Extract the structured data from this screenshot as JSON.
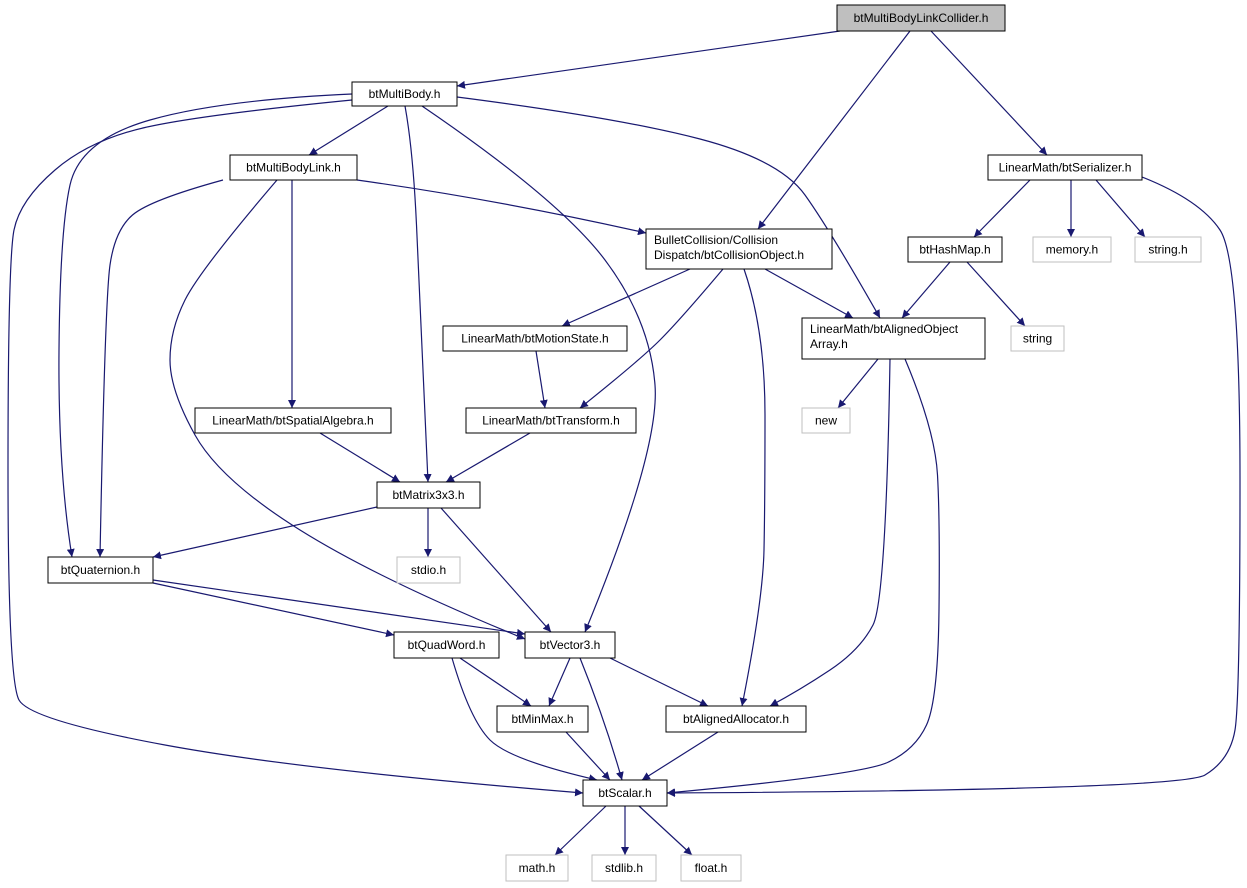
{
  "colors": {
    "edge": "#191970",
    "node_border": "#000000",
    "root_fill": "#bfbfbf",
    "external_border": "#bfbfbf",
    "external_text": "#404040"
  },
  "nodes": {
    "root": {
      "lines": [
        "btMultiBodyLinkCollider.h"
      ],
      "kind": "root"
    },
    "multibody": {
      "lines": [
        "btMultiBody.h"
      ],
      "kind": "normal"
    },
    "link": {
      "lines": [
        "btMultiBodyLink.h"
      ],
      "kind": "normal"
    },
    "serializer": {
      "lines": [
        "LinearMath/btSerializer.h"
      ],
      "kind": "normal"
    },
    "collobj": {
      "lines": [
        "BulletCollision/Collision",
        "Dispatch/btCollisionObject.h"
      ],
      "kind": "normal"
    },
    "hashmap": {
      "lines": [
        "btHashMap.h"
      ],
      "kind": "normal"
    },
    "memory": {
      "lines": [
        "memory.h"
      ],
      "kind": "external"
    },
    "stringh": {
      "lines": [
        "string.h"
      ],
      "kind": "external"
    },
    "motionstate": {
      "lines": [
        "LinearMath/btMotionState.h"
      ],
      "kind": "normal"
    },
    "alignedarray": {
      "lines": [
        "LinearMath/btAlignedObject",
        "Array.h"
      ],
      "kind": "normal"
    },
    "string": {
      "lines": [
        "string"
      ],
      "kind": "external"
    },
    "spatial": {
      "lines": [
        "LinearMath/btSpatialAlgebra.h"
      ],
      "kind": "normal"
    },
    "transform": {
      "lines": [
        "LinearMath/btTransform.h"
      ],
      "kind": "normal"
    },
    "new": {
      "lines": [
        "new"
      ],
      "kind": "external"
    },
    "matrix": {
      "lines": [
        "btMatrix3x3.h"
      ],
      "kind": "normal"
    },
    "quaternion": {
      "lines": [
        "btQuaternion.h"
      ],
      "kind": "normal"
    },
    "stdio": {
      "lines": [
        "stdio.h"
      ],
      "kind": "external"
    },
    "quadword": {
      "lines": [
        "btQuadWord.h"
      ],
      "kind": "normal"
    },
    "vector3": {
      "lines": [
        "btVector3.h"
      ],
      "kind": "normal"
    },
    "minmax": {
      "lines": [
        "btMinMax.h"
      ],
      "kind": "normal"
    },
    "allocator": {
      "lines": [
        "btAlignedAllocator.h"
      ],
      "kind": "normal"
    },
    "scalar": {
      "lines": [
        "btScalar.h"
      ],
      "kind": "normal"
    },
    "math": {
      "lines": [
        "math.h"
      ],
      "kind": "external"
    },
    "stdlib": {
      "lines": [
        "stdlib.h"
      ],
      "kind": "external"
    },
    "float": {
      "lines": [
        "float.h"
      ],
      "kind": "external"
    }
  },
  "edges": [
    [
      "root",
      "multibody"
    ],
    [
      "root",
      "collobj"
    ],
    [
      "root",
      "serializer"
    ],
    [
      "multibody",
      "link"
    ],
    [
      "multibody",
      "matrix"
    ],
    [
      "multibody",
      "vector3"
    ],
    [
      "multibody",
      "alignedarray"
    ],
    [
      "multibody",
      "quaternion"
    ],
    [
      "multibody",
      "scalar"
    ],
    [
      "link",
      "collobj"
    ],
    [
      "link",
      "spatial"
    ],
    [
      "link",
      "quaternion"
    ],
    [
      "link",
      "vector3"
    ],
    [
      "serializer",
      "hashmap"
    ],
    [
      "serializer",
      "memory"
    ],
    [
      "serializer",
      "stringh"
    ],
    [
      "serializer",
      "scalar"
    ],
    [
      "collobj",
      "motionstate"
    ],
    [
      "collobj",
      "transform"
    ],
    [
      "collobj",
      "alignedarray"
    ],
    [
      "collobj",
      "allocator"
    ],
    [
      "hashmap",
      "alignedarray"
    ],
    [
      "hashmap",
      "string"
    ],
    [
      "motionstate",
      "transform"
    ],
    [
      "alignedarray",
      "new"
    ],
    [
      "alignedarray",
      "allocator"
    ],
    [
      "alignedarray",
      "scalar"
    ],
    [
      "spatial",
      "matrix"
    ],
    [
      "transform",
      "matrix"
    ],
    [
      "matrix",
      "quaternion"
    ],
    [
      "matrix",
      "stdio"
    ],
    [
      "matrix",
      "vector3"
    ],
    [
      "quaternion",
      "quadword"
    ],
    [
      "quaternion",
      "vector3"
    ],
    [
      "quadword",
      "minmax"
    ],
    [
      "quadword",
      "scalar"
    ],
    [
      "vector3",
      "minmax"
    ],
    [
      "vector3",
      "allocator"
    ],
    [
      "vector3",
      "scalar"
    ],
    [
      "minmax",
      "scalar"
    ],
    [
      "allocator",
      "scalar"
    ],
    [
      "scalar",
      "math"
    ],
    [
      "scalar",
      "stdlib"
    ],
    [
      "scalar",
      "float"
    ]
  ]
}
